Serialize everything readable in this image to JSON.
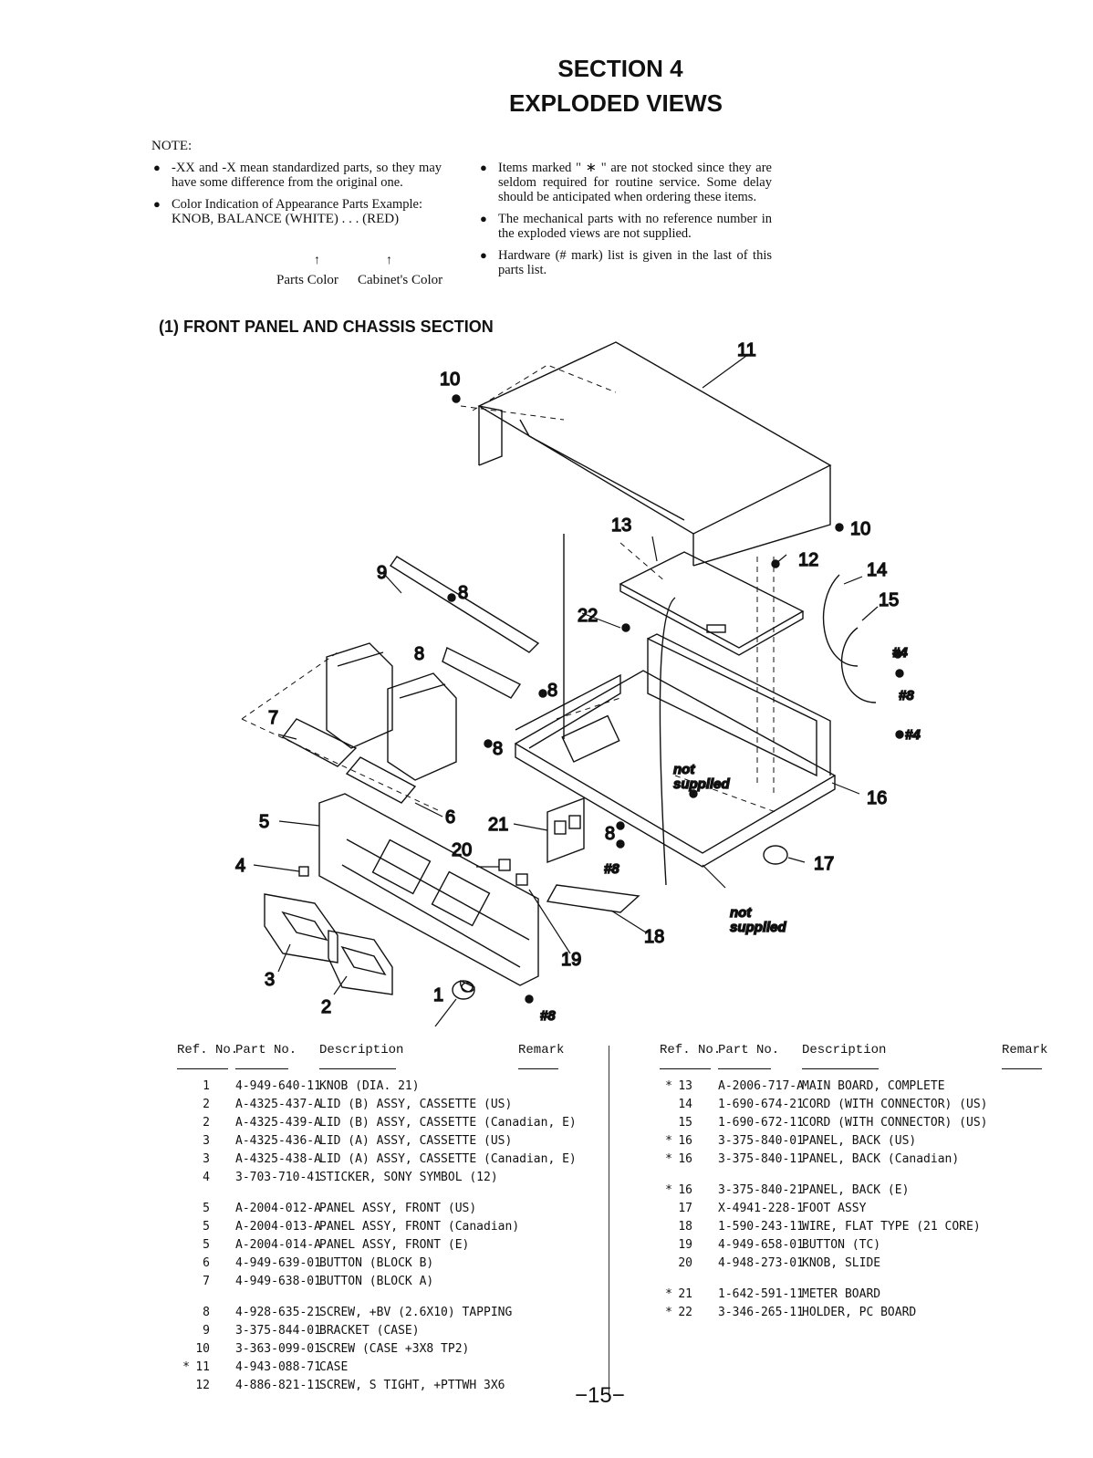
{
  "header": {
    "section": "SECTION 4",
    "title": "EXPLODED VIEWS"
  },
  "note_label": "NOTE:",
  "notes_left": [
    "-XX and -X mean standardized parts, so they may have some difference from the original one.",
    "Color Indication of Appearance Parts Example:"
  ],
  "example_line": "KNOB, BALANCE (WHITE) . . . (RED)",
  "arrow_up": "↑",
  "parts_color": "Parts Color",
  "cabinet_color": "Cabinet's Color",
  "notes_right": [
    "Items marked \" ∗ \" are not stocked since they are seldom required for routine service. Some delay should be anticipated when ordering these items.",
    "The mechanical parts with no reference number in the exploded views are not supplied.",
    "Hardware (# mark) list is given in the last of this parts list."
  ],
  "bullet": "●",
  "subsection": "(1) FRONT PANEL AND CHASSIS SECTION",
  "diagram_labels": {
    "n1": "1",
    "n2": "2",
    "n3": "3",
    "n4": "4",
    "n5": "5",
    "n6": "6",
    "n7": "7",
    "n8": "8",
    "n9": "9",
    "n10": "10",
    "n11": "11",
    "n12": "12",
    "n13": "13",
    "n14": "14",
    "n15": "15",
    "n16": "16",
    "n17": "17",
    "n18": "18",
    "n19": "19",
    "n20": "20",
    "n21": "21",
    "n22": "22",
    "h4": "#4",
    "h8": "#8",
    "not": "not",
    "supplied": "supplied"
  },
  "table_headers": {
    "ref": "Ref. No.",
    "part": "Part No.",
    "desc": "Description",
    "remark": "Remark"
  },
  "parts_left": [
    {
      "mark": "",
      "ref": "1",
      "part": "4-949-640-11",
      "desc": "KNOB (DIA. 21)"
    },
    {
      "mark": "",
      "ref": "2",
      "part": "A-4325-437-A",
      "desc": "LID (B) ASSY, CASSETTE (US)"
    },
    {
      "mark": "",
      "ref": "2",
      "part": "A-4325-439-A",
      "desc": "LID (B) ASSY, CASSETTE (Canadian, E)"
    },
    {
      "mark": "",
      "ref": "3",
      "part": "A-4325-436-A",
      "desc": "LID (A) ASSY, CASSETTE (US)"
    },
    {
      "mark": "",
      "ref": "3",
      "part": "A-4325-438-A",
      "desc": "LID (A) ASSY, CASSETTE (Canadian, E)"
    },
    {
      "mark": "",
      "ref": "4",
      "part": "3-703-710-41",
      "desc": "STICKER, SONY SYMBOL (12)"
    },
    {
      "mark": "",
      "ref": "5",
      "part": "A-2004-012-A",
      "desc": "PANEL ASSY, FRONT (US)"
    },
    {
      "mark": "",
      "ref": "5",
      "part": "A-2004-013-A",
      "desc": "PANEL ASSY, FRONT (Canadian)"
    },
    {
      "mark": "",
      "ref": "5",
      "part": "A-2004-014-A",
      "desc": "PANEL ASSY, FRONT (E)"
    },
    {
      "mark": "",
      "ref": "6",
      "part": "4-949-639-01",
      "desc": "BUTTON (BLOCK B)"
    },
    {
      "mark": "",
      "ref": "7",
      "part": "4-949-638-01",
      "desc": "BUTTON (BLOCK A)"
    },
    {
      "mark": "",
      "ref": "8",
      "part": "4-928-635-21",
      "desc": "SCREW, +BV (2.6X10) TAPPING"
    },
    {
      "mark": "",
      "ref": "9",
      "part": "3-375-844-01",
      "desc": "BRACKET (CASE)"
    },
    {
      "mark": "",
      "ref": "10",
      "part": "3-363-099-01",
      "desc": "SCREW (CASE +3X8 TP2)"
    },
    {
      "mark": "*",
      "ref": "11",
      "part": "4-943-088-71",
      "desc": "CASE"
    },
    {
      "mark": "",
      "ref": "12",
      "part": "4-886-821-11",
      "desc": "SCREW, S TIGHT, +PTTWH 3X6"
    }
  ],
  "parts_right": [
    {
      "mark": "*",
      "ref": "13",
      "part": "A-2006-717-A",
      "desc": "MAIN BOARD, COMPLETE"
    },
    {
      "mark": "",
      "ref": "14",
      "part": "1-690-674-21",
      "desc": "CORD (WITH CONNECTOR) (US)"
    },
    {
      "mark": "",
      "ref": "15",
      "part": "1-690-672-11",
      "desc": "CORD (WITH CONNECTOR) (US)"
    },
    {
      "mark": "*",
      "ref": "16",
      "part": "3-375-840-01",
      "desc": "PANEL, BACK (US)"
    },
    {
      "mark": "*",
      "ref": "16",
      "part": "3-375-840-11",
      "desc": "PANEL, BACK (Canadian)"
    },
    {
      "mark": "*",
      "ref": "16",
      "part": "3-375-840-21",
      "desc": "PANEL, BACK (E)"
    },
    {
      "mark": "",
      "ref": "17",
      "part": "X-4941-228-1",
      "desc": "FOOT ASSY"
    },
    {
      "mark": "",
      "ref": "18",
      "part": "1-590-243-11",
      "desc": "WIRE, FLAT TYPE (21 CORE)"
    },
    {
      "mark": "",
      "ref": "19",
      "part": "4-949-658-01",
      "desc": "BUTTON (TC)"
    },
    {
      "mark": "",
      "ref": "20",
      "part": "4-948-273-01",
      "desc": "KNOB, SLIDE"
    },
    {
      "mark": "*",
      "ref": "21",
      "part": "1-642-591-11",
      "desc": "METER BOARD"
    },
    {
      "mark": "*",
      "ref": "22",
      "part": "3-346-265-11",
      "desc": "HOLDER, PC BOARD"
    }
  ],
  "page_number": "−15−"
}
